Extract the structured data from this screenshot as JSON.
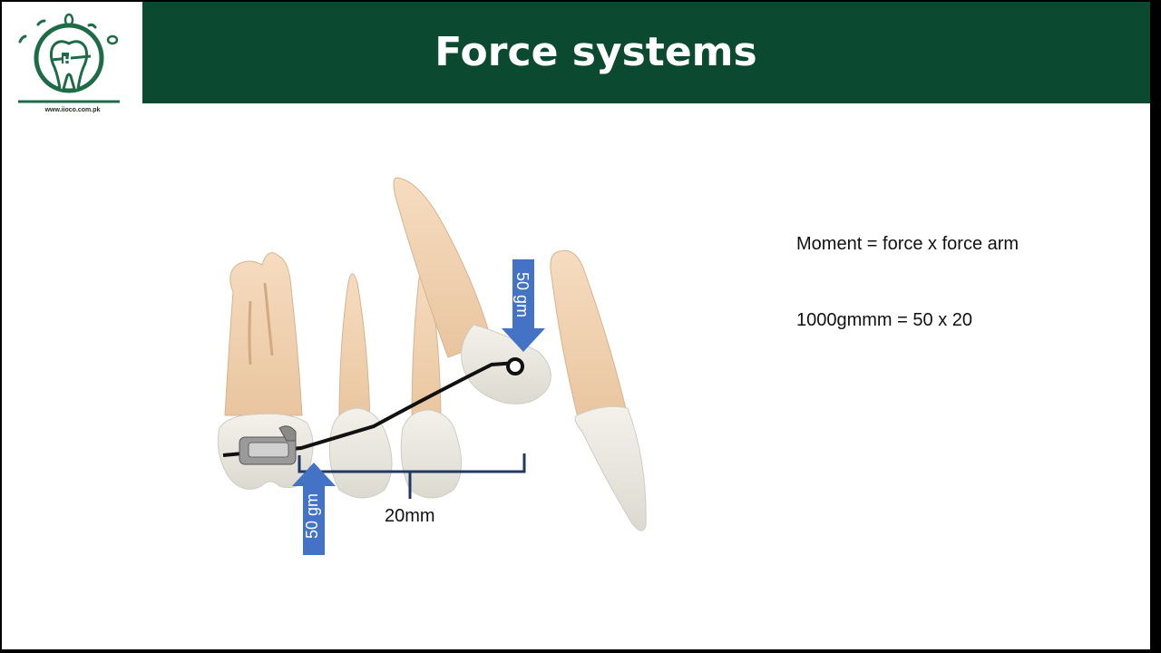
{
  "header": {
    "title": "Force systems",
    "logo_url": "www.iioco.com.pk",
    "bar_color": "#0b4a31"
  },
  "diagram": {
    "force_top_label": "50 gm",
    "force_bottom_label": "50 gm",
    "distance_label": "20mm",
    "arrow_color": "#4473c5"
  },
  "formulas": {
    "line1": "Moment = force x force arm",
    "line2": "1000gmmm = 50 x 20"
  }
}
